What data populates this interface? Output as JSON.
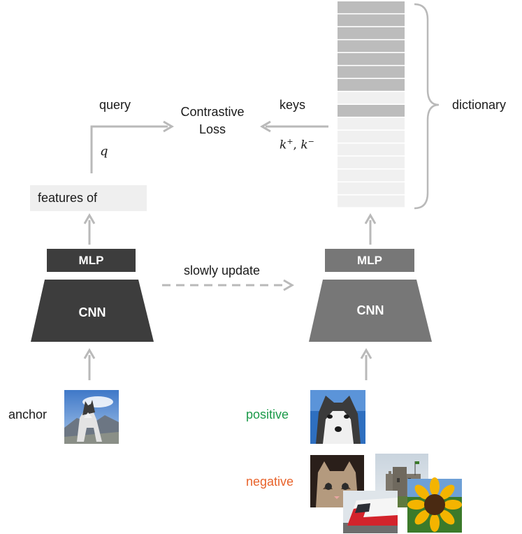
{
  "labels": {
    "query": "query",
    "q": "q",
    "contrastive_loss_line1": "Contrastive",
    "contrastive_loss_line2": "Loss",
    "keys": "keys",
    "k_pos": "k",
    "k_pos_sup": "+",
    "k_sep": ", ",
    "k_neg": "k",
    "k_neg_sup": "−",
    "dictionary": "dictionary",
    "features_of": "features of",
    "slowly_update": "slowly update",
    "anchor": "anchor",
    "positive": "positive",
    "negative": "negative"
  },
  "encoders": {
    "left_mlp": "MLP",
    "left_cnn": "CNN",
    "right_mlp": "MLP",
    "right_cnn": "CNN"
  },
  "dictionary": {
    "slot_count": 16,
    "filled_slots": [
      0,
      1,
      2,
      3,
      4,
      5,
      6,
      8
    ]
  },
  "colors": {
    "encoder_dark": "#3d3d3d",
    "encoder_mid": "#777777",
    "arrow": "#b9b9b9",
    "slot_filled": "#bcbcbc",
    "slot_empty": "#f0f0f0",
    "positive": "#1c9a4a",
    "negative": "#e8632b"
  },
  "images": {
    "anchor": "husky-photo",
    "positive": "husky-closeup-photo",
    "negatives": [
      "cat-photo",
      "castle-photo",
      "train-photo",
      "sunflower-photo"
    ]
  }
}
